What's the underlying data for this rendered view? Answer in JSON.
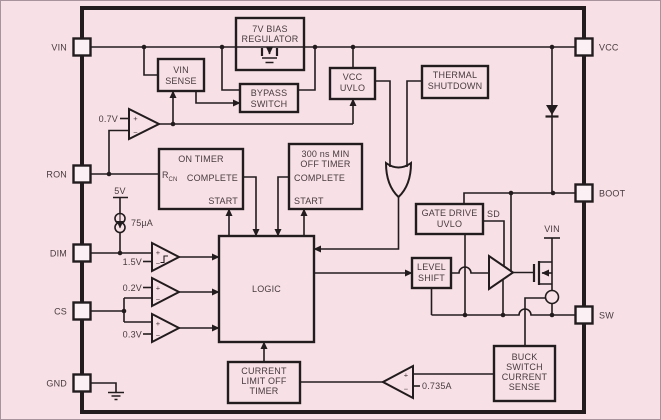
{
  "colors": {
    "background": "#f8e1e6",
    "line": "#221c1e",
    "text": "#463a3f",
    "pin_fill": "#fbf1f4",
    "frame": "#a8929b"
  },
  "pins": {
    "vin": "VIN",
    "ron": "RON",
    "dim": "DIM",
    "cs": "CS",
    "gnd": "GND",
    "vcc": "VCC",
    "boot": "BOOT",
    "sw": "SW"
  },
  "blocks": {
    "bias_regulator": {
      "lines": [
        "7V BIAS",
        "REGULATOR"
      ]
    },
    "vin_sense": {
      "lines": [
        "VIN",
        "SENSE"
      ]
    },
    "bypass_switch": {
      "lines": [
        "BYPASS",
        "SWITCH"
      ]
    },
    "vcc_uvlo": {
      "lines": [
        "VCC",
        "UVLO"
      ]
    },
    "thermal_shutdown": {
      "lines": [
        "THERMAL",
        "SHUTDOWN"
      ]
    },
    "on_timer": {
      "title": "ON TIMER",
      "rcn_main": "R",
      "rcn_sub": "CN",
      "complete": "COMPLETE",
      "start": "START"
    },
    "off_timer": {
      "lines": [
        "300 ns MIN",
        "OFF TIMER"
      ],
      "complete": "COMPLETE",
      "start": "START"
    },
    "logic": {
      "label": "LOGIC"
    },
    "gate_drive_uvlo": {
      "lines": [
        "GATE DRIVE",
        "UVLO"
      ]
    },
    "level_shift": {
      "lines": [
        "LEVEL",
        "SHIFT"
      ]
    },
    "current_limit_off_timer": {
      "lines": [
        "CURRENT",
        "LIMIT OFF",
        "TIMER"
      ]
    },
    "buck_sense": {
      "lines": [
        "BUCK",
        "SWITCH",
        "CURRENT",
        "SENSE"
      ]
    }
  },
  "references": {
    "v0_7": "0.7V",
    "v5": "5V",
    "i75": "75µA",
    "v1_5": "1.5V",
    "v0_2": "0.2V",
    "v0_3": "0.3V",
    "i0_735": "0.735A",
    "sd": "SD",
    "vin_rail": "VIN"
  },
  "symbols": {
    "plus": "+",
    "minus": "−"
  }
}
